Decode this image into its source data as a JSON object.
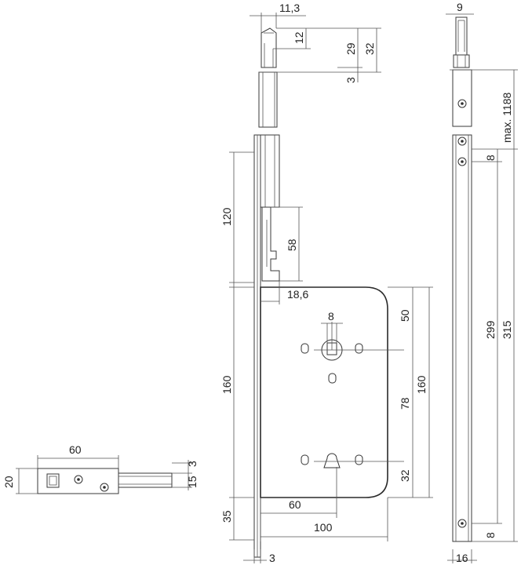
{
  "dimensions": {
    "top_width": "11,3",
    "top_12": "12",
    "top_29": "29",
    "top_32": "32",
    "top_3": "3",
    "d120": "120",
    "d58": "58",
    "d18_6": "18,6",
    "d8_spindle": "8",
    "d50": "50",
    "d160_left": "160",
    "d160_right": "160",
    "d78": "78",
    "d32": "32",
    "d60": "60",
    "d100": "100",
    "d35": "35",
    "d3_bottom": "3",
    "rod_9": "9",
    "max_1188": "max. 1188",
    "rod_8_top": "8",
    "d299": "299",
    "d315": "315",
    "rod_8_bottom": "8",
    "rod_16": "16",
    "latch_60": "60",
    "latch_20": "20",
    "latch_3": "3",
    "latch_15": "15"
  }
}
